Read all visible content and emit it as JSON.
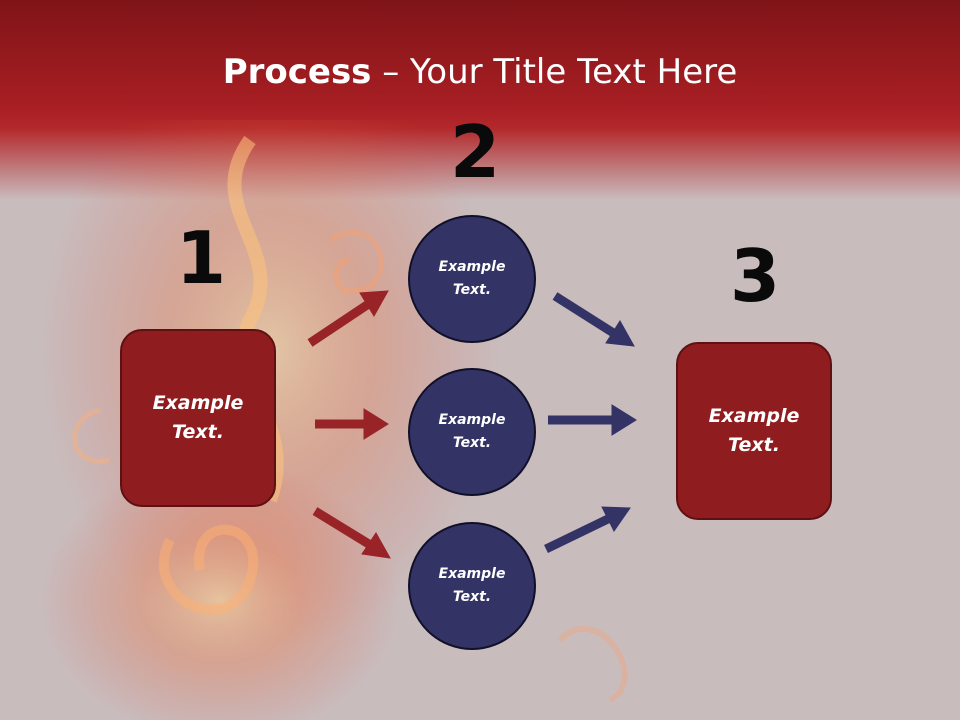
{
  "title": {
    "bold": "Process",
    "rest": " – Your Title Text Here"
  },
  "steps": {
    "one": "1",
    "two": "2",
    "three": "3"
  },
  "left_box": {
    "line1": "Example",
    "line2": "Text."
  },
  "circles": [
    {
      "line1": "Example",
      "line2": "Text."
    },
    {
      "line1": "Example",
      "line2": "Text."
    },
    {
      "line1": "Example",
      "line2": "Text."
    }
  ],
  "right_box": {
    "line1": "Example",
    "line2": "Text."
  },
  "colors": {
    "red_box": "#8f1c1f",
    "red_arrow": "#982428",
    "navy": "#333366",
    "title_band": "#a91f24"
  }
}
